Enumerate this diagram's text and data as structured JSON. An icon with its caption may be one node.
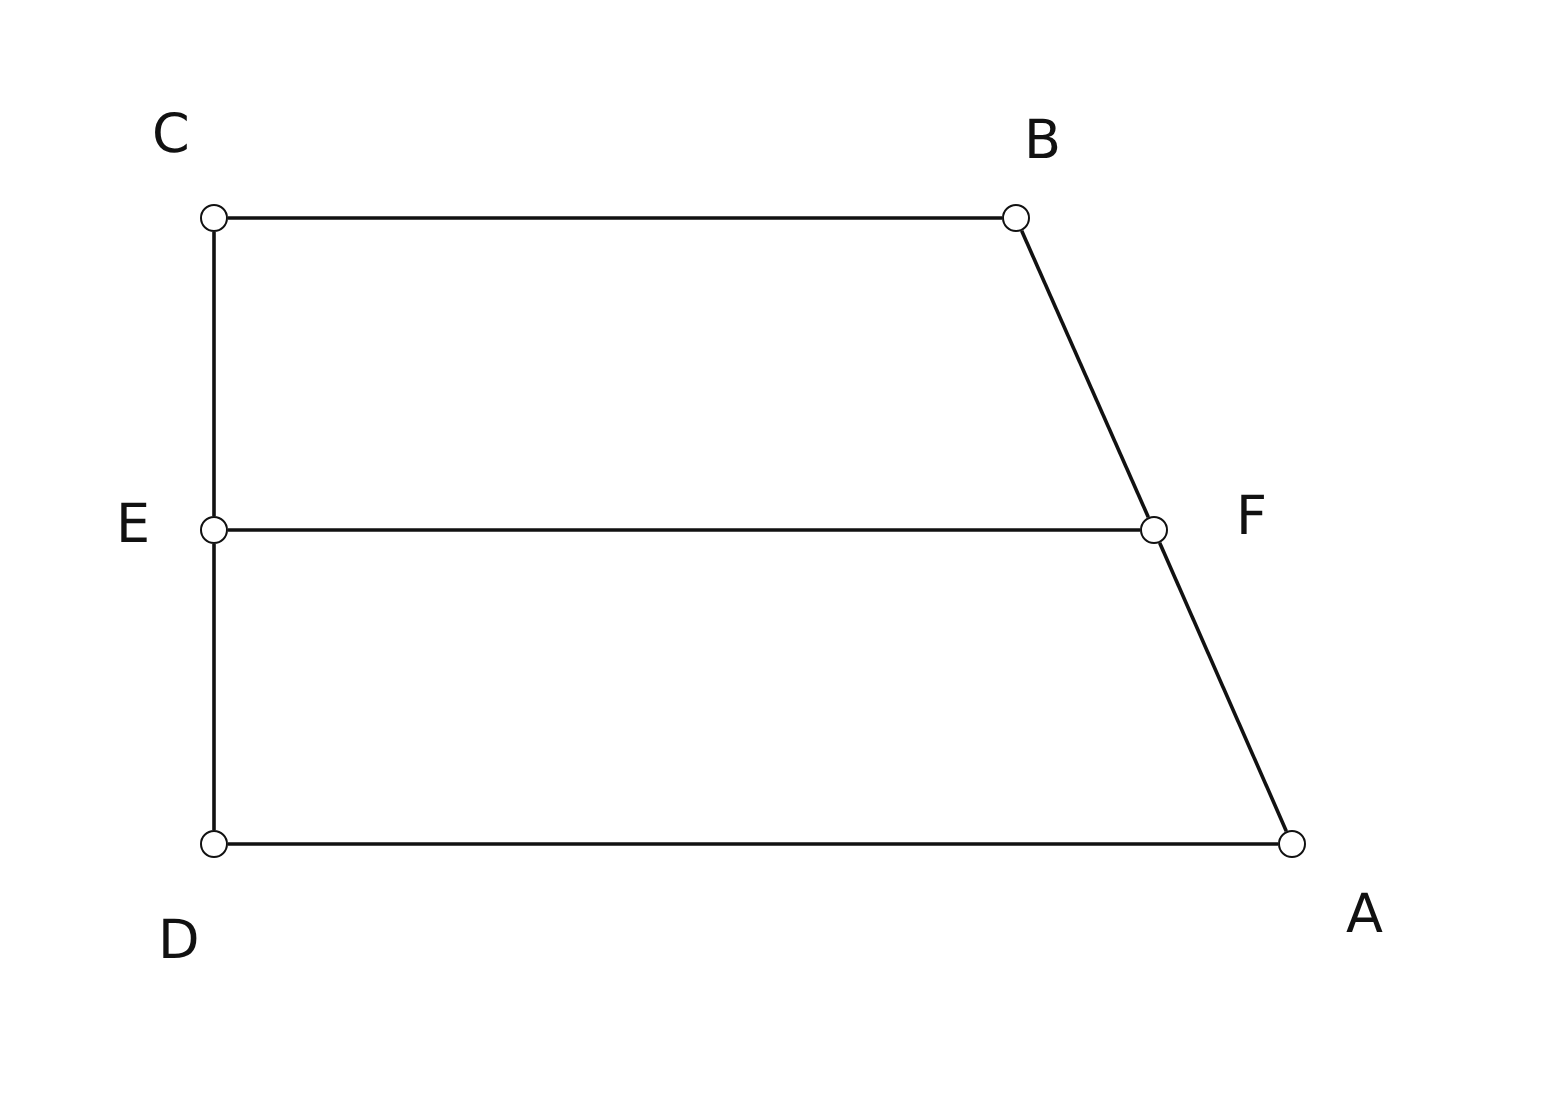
{
  "diagram": {
    "nodes": [
      {
        "text": [],
        "shape": "circle",
        "beside": [
          "C"
        ]
      },
      {
        "text": [],
        "shape": "circle",
        "beside": [
          "B"
        ]
      },
      {
        "text": [],
        "shape": "circle",
        "beside": [
          "E"
        ]
      },
      {
        "text": [],
        "shape": "circle",
        "beside": [
          "F"
        ]
      },
      {
        "text": [],
        "shape": "circle",
        "beside": [
          "D"
        ]
      },
      {
        "text": [],
        "shape": "circle",
        "beside": [
          "A"
        ]
      }
    ],
    "edges": [
      {
        "from": 0,
        "to": 1,
        "arrow": "none"
      },
      {
        "from": 1,
        "to": 3,
        "arrow": "none"
      },
      {
        "from": 3,
        "to": 5,
        "arrow": "none"
      },
      {
        "from": 5,
        "to": 4,
        "arrow": "none"
      },
      {
        "from": 4,
        "to": 2,
        "arrow": "none"
      },
      {
        "from": 2,
        "to": 0,
        "arrow": "none"
      },
      {
        "from": 2,
        "to": 3,
        "arrow": "none"
      }
    ]
  }
}
